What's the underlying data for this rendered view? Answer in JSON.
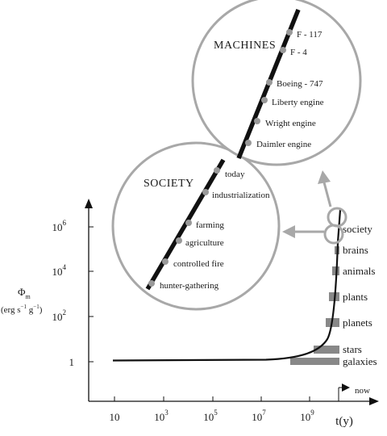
{
  "axes": {
    "y_label_main": "Φ",
    "y_label_sub": "m",
    "y_units": "(erg s",
    "y_units_exp1": "−1",
    "y_units_g": " g",
    "y_units_exp2": "−1",
    "y_units_close": ")",
    "x_label": "t(y)",
    "now_label": "now",
    "y_ticks": [
      {
        "base": "1",
        "exp": ""
      },
      {
        "base": "10",
        "exp": "2"
      },
      {
        "base": "10",
        "exp": "4"
      },
      {
        "base": "10",
        "exp": "6"
      }
    ],
    "x_ticks": [
      {
        "base": "10",
        "exp": ""
      },
      {
        "base": "10",
        "exp": "3"
      },
      {
        "base": "10",
        "exp": "5"
      },
      {
        "base": "10",
        "exp": "7"
      },
      {
        "base": "10",
        "exp": "9"
      }
    ]
  },
  "bars": [
    {
      "label": "galaxies"
    },
    {
      "label": "stars"
    },
    {
      "label": "planets"
    },
    {
      "label": "plants"
    },
    {
      "label": "animals"
    },
    {
      "label": "brains"
    },
    {
      "label": "society"
    }
  ],
  "society_circle": {
    "title": "SOCIETY",
    "points": [
      "today",
      "industrialization",
      "farming",
      "agriculture",
      "controlled fire",
      "hunter-gathering"
    ]
  },
  "machines_circle": {
    "title": "MACHINES",
    "points": [
      "F - 117",
      "F - 4",
      "Boeing - 747",
      "Liberty engine",
      "Wright engine",
      "Daimler engine"
    ]
  }
}
